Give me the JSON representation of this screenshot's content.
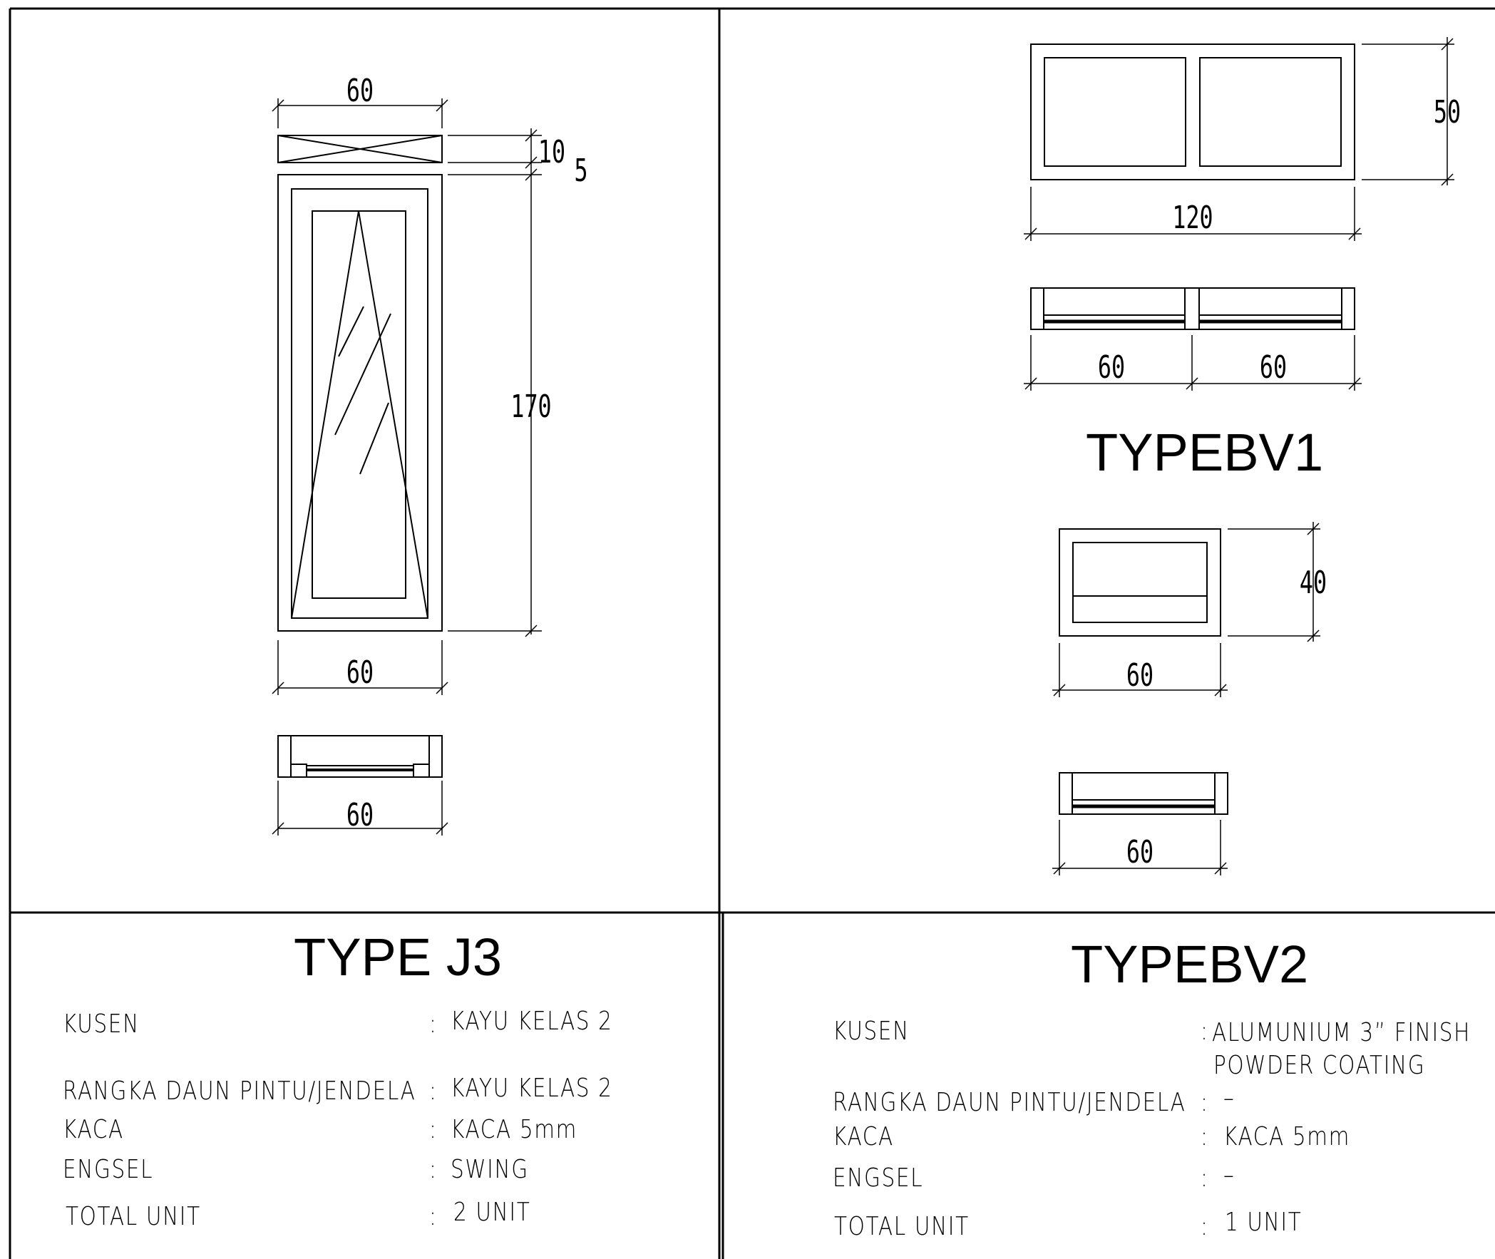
{
  "left": {
    "title": "TYPE J3",
    "dims": {
      "top_width": "60",
      "d10": "10",
      "d5": "5",
      "height": "170",
      "bottom_width": "60",
      "section_width": "60"
    },
    "specs": [
      {
        "label": "KUSEN",
        "value": "KAYU KELAS 2"
      },
      {
        "label": "RANGKA DAUN PINTU/JENDELA",
        "value": "KAYU KELAS 2"
      },
      {
        "label": "KACA",
        "value": "KACA 5mm"
      },
      {
        "label": "ENGSEL",
        "value": "SWING"
      },
      {
        "label": "TOTAL UNIT",
        "value": "2 UNIT"
      }
    ]
  },
  "right": {
    "title1": "TYPEBV1",
    "title2": "TYPEBV2",
    "bv1_dims": {
      "height": "50",
      "width": "120",
      "sec_a": "60",
      "sec_b": "60"
    },
    "bv2_dims": {
      "height": "40",
      "width": "60",
      "section_width": "60"
    },
    "specs": [
      {
        "label": "KUSEN",
        "value": "ALUMUNIUM 3” FINISH",
        "value2": "POWDER COATING"
      },
      {
        "label": "RANGKA DAUN PINTU/JENDELA",
        "value": "–"
      },
      {
        "label": "KACA",
        "value": "KACA 5mm"
      },
      {
        "label": "ENGSEL",
        "value": "–"
      },
      {
        "label": "TOTAL UNIT",
        "value": "1 UNIT"
      }
    ]
  }
}
